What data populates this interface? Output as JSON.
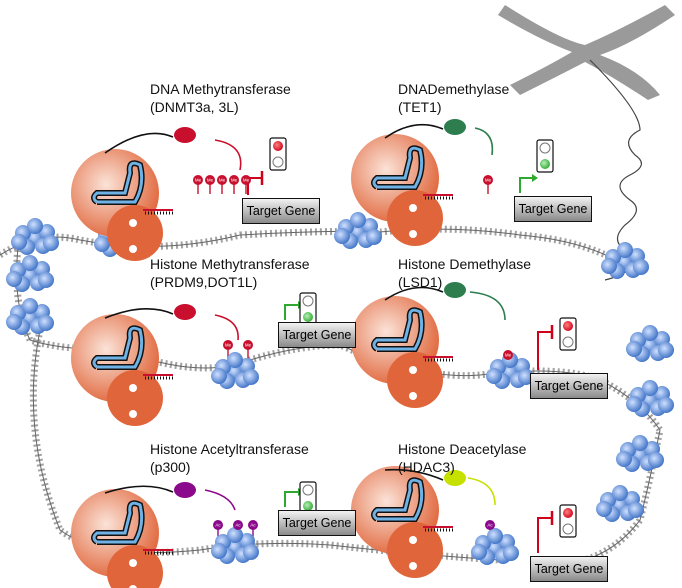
{
  "panels": [
    {
      "title": "DNA Methytransferase",
      "subtitle": "(DNMT3a, 3L)",
      "effector_color": "#c8102e",
      "mark": "Me",
      "light": "red",
      "gene": "Target Gene"
    },
    {
      "title": "DNADemethylase",
      "subtitle": "(TET1)",
      "effector_color": "#2e7d4f",
      "mark": "Me",
      "light": "green",
      "gene": "Target Gene"
    },
    {
      "title": "Histone Methytransferase",
      "subtitle": "(PRDM9,DOT1L)",
      "effector_color": "#c8102e",
      "mark": "Me",
      "light": "green",
      "gene": "Target Gene"
    },
    {
      "title": "Histone Demethylase",
      "subtitle": "(LSD1)",
      "effector_color": "#2e7d4f",
      "mark": "Me",
      "light": "red",
      "gene": "Target Gene"
    },
    {
      "title": "Histone Acetyltransferase",
      "subtitle": "(p300)",
      "effector_color": "#8b0a8b",
      "mark": "Ac",
      "light": "green",
      "gene": "Target Gene"
    },
    {
      "title": "Histone Deacetylase",
      "subtitle": "(HDAC3)",
      "effector_color": "#c6e000",
      "mark": "Ac",
      "light": "red",
      "gene": "Target Gene"
    }
  ],
  "colors": {
    "dcas9": "#e0653a",
    "guide_rna": "#6fb3e6",
    "nucleosome": "#3a6fc4",
    "red_light": "#d0021b",
    "green_light": "#2ea82e",
    "chromosome": "#9a9a9a"
  }
}
